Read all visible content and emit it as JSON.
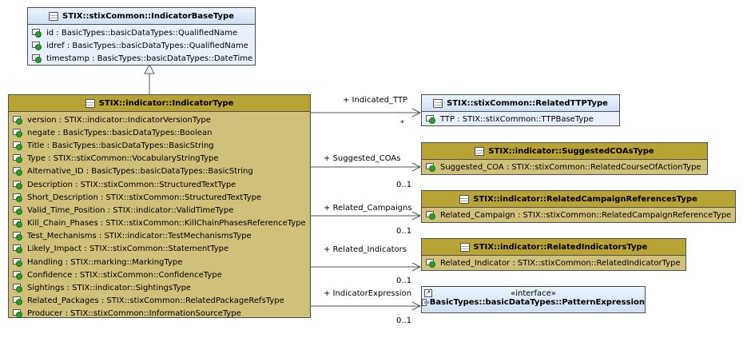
{
  "base_class": {
    "title": "STIX::stixCommon::IndicatorBaseType",
    "attributes": [
      "id : BasicTypes::basicDataTypes::QualifiedName",
      "idref : BasicTypes::basicDataTypes::QualifiedName",
      "timestamp : BasicTypes::basicDataTypes::DateTime"
    ]
  },
  "main_class": {
    "title": "STIX::indicator::IndicatorType",
    "attributes": [
      "version : STIX::indicator::IndicatorVersionType",
      "negate : BasicTypes::basicDataTypes::Boolean",
      "Title : BasicTypes::basicDataTypes::BasicString",
      "Type : STIX::stixCommon::VocabularyStringType",
      "Alternative_ID : BasicTypes::basicDataTypes::BasicString",
      "Description : STIX::stixCommon::StructuredTextType",
      "Short_Description : STIX::stixCommon::StructuredTextType",
      "Valid_Time_Position : STIX::indicator::ValidTimeType",
      "Kill_Chain_Phases : STIX::stixCommon::KillChainPhasesReferenceType",
      "Test_Mechanisms : STIX::indicator::TestMechanismsType",
      "Likely_Impact : STIX::stixCommon::StatementType",
      "Handling : STIX::marking::MarkingType",
      "Confidence : STIX::stixCommon::ConfidenceType",
      "Sightings : STIX::indicator::SightingsType",
      "Related_Packages : STIX::stixCommon::RelatedPackageRefsType",
      "Producer : STIX::stixCommon::InformationSourceType"
    ]
  },
  "related_classes": {
    "ttp": {
      "title": "STIX::stixCommon::RelatedTTPType",
      "attribute": "TTP : STIX::stixCommon::TTPBaseType"
    },
    "coa": {
      "title": "STIX::indicator::SuggestedCOAsType",
      "attribute": "Suggested_COA : STIX::stixCommon::RelatedCourseOfActionType"
    },
    "campaign": {
      "title": "STIX::indicator::RelatedCampaignReferencesType",
      "attribute": "Related_Campaign : STIX::stixCommon::RelatedCampaignReferenceType"
    },
    "indicators": {
      "title": "STIX::indicator::RelatedIndicatorsType",
      "attribute": "Related_Indicator : STIX::stixCommon::RelatedIndicatorType"
    },
    "pattern": {
      "stereotype": "«interface»",
      "title": "BasicTypes::basicDataTypes::PatternExpression"
    }
  },
  "associations": {
    "ttp": {
      "role": "+ Indicated_TTP",
      "multiplicity": "*"
    },
    "coa": {
      "role": "+ Suggested_COAs",
      "multiplicity": "0..1"
    },
    "campaign": {
      "role": "+ Related_Campaigns",
      "multiplicity": "0..1"
    },
    "indicators": {
      "role": "+ Related_Indicators",
      "multiplicity": "0..1"
    },
    "pattern": {
      "role": "+ IndicatorExpression",
      "multiplicity": "0..1"
    }
  },
  "colors": {
    "blue_class": "#e8f1fb",
    "olive_class": "#cfc07a",
    "olive_header": "#b7a435",
    "attr_icon": "#2e9b2e"
  }
}
